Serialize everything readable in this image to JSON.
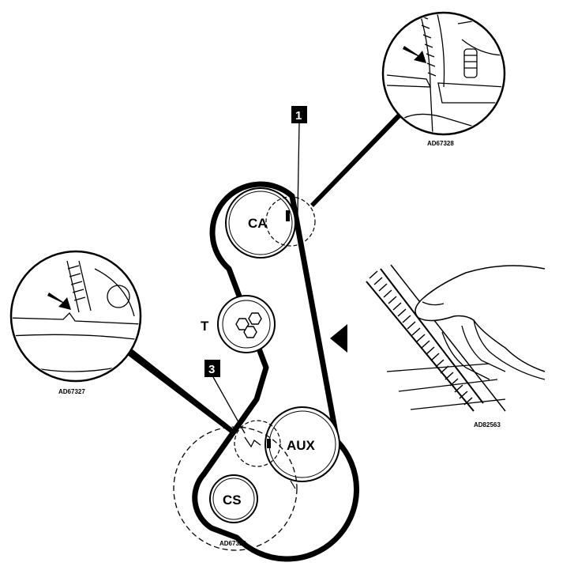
{
  "pulleys": {
    "camshaft": "CA",
    "tensioner": "T",
    "auxiliary": "AUX",
    "crankshaft": "CS"
  },
  "markers": {
    "one": "1",
    "three": "3"
  },
  "reference_codes": {
    "camshaft_detail": "AD67328",
    "crankshaft_detail": "AD67327",
    "belt_handling": "AD82563",
    "main_diagram": "AD67326"
  },
  "colors": {
    "line": "#000000",
    "background": "#ffffff"
  }
}
